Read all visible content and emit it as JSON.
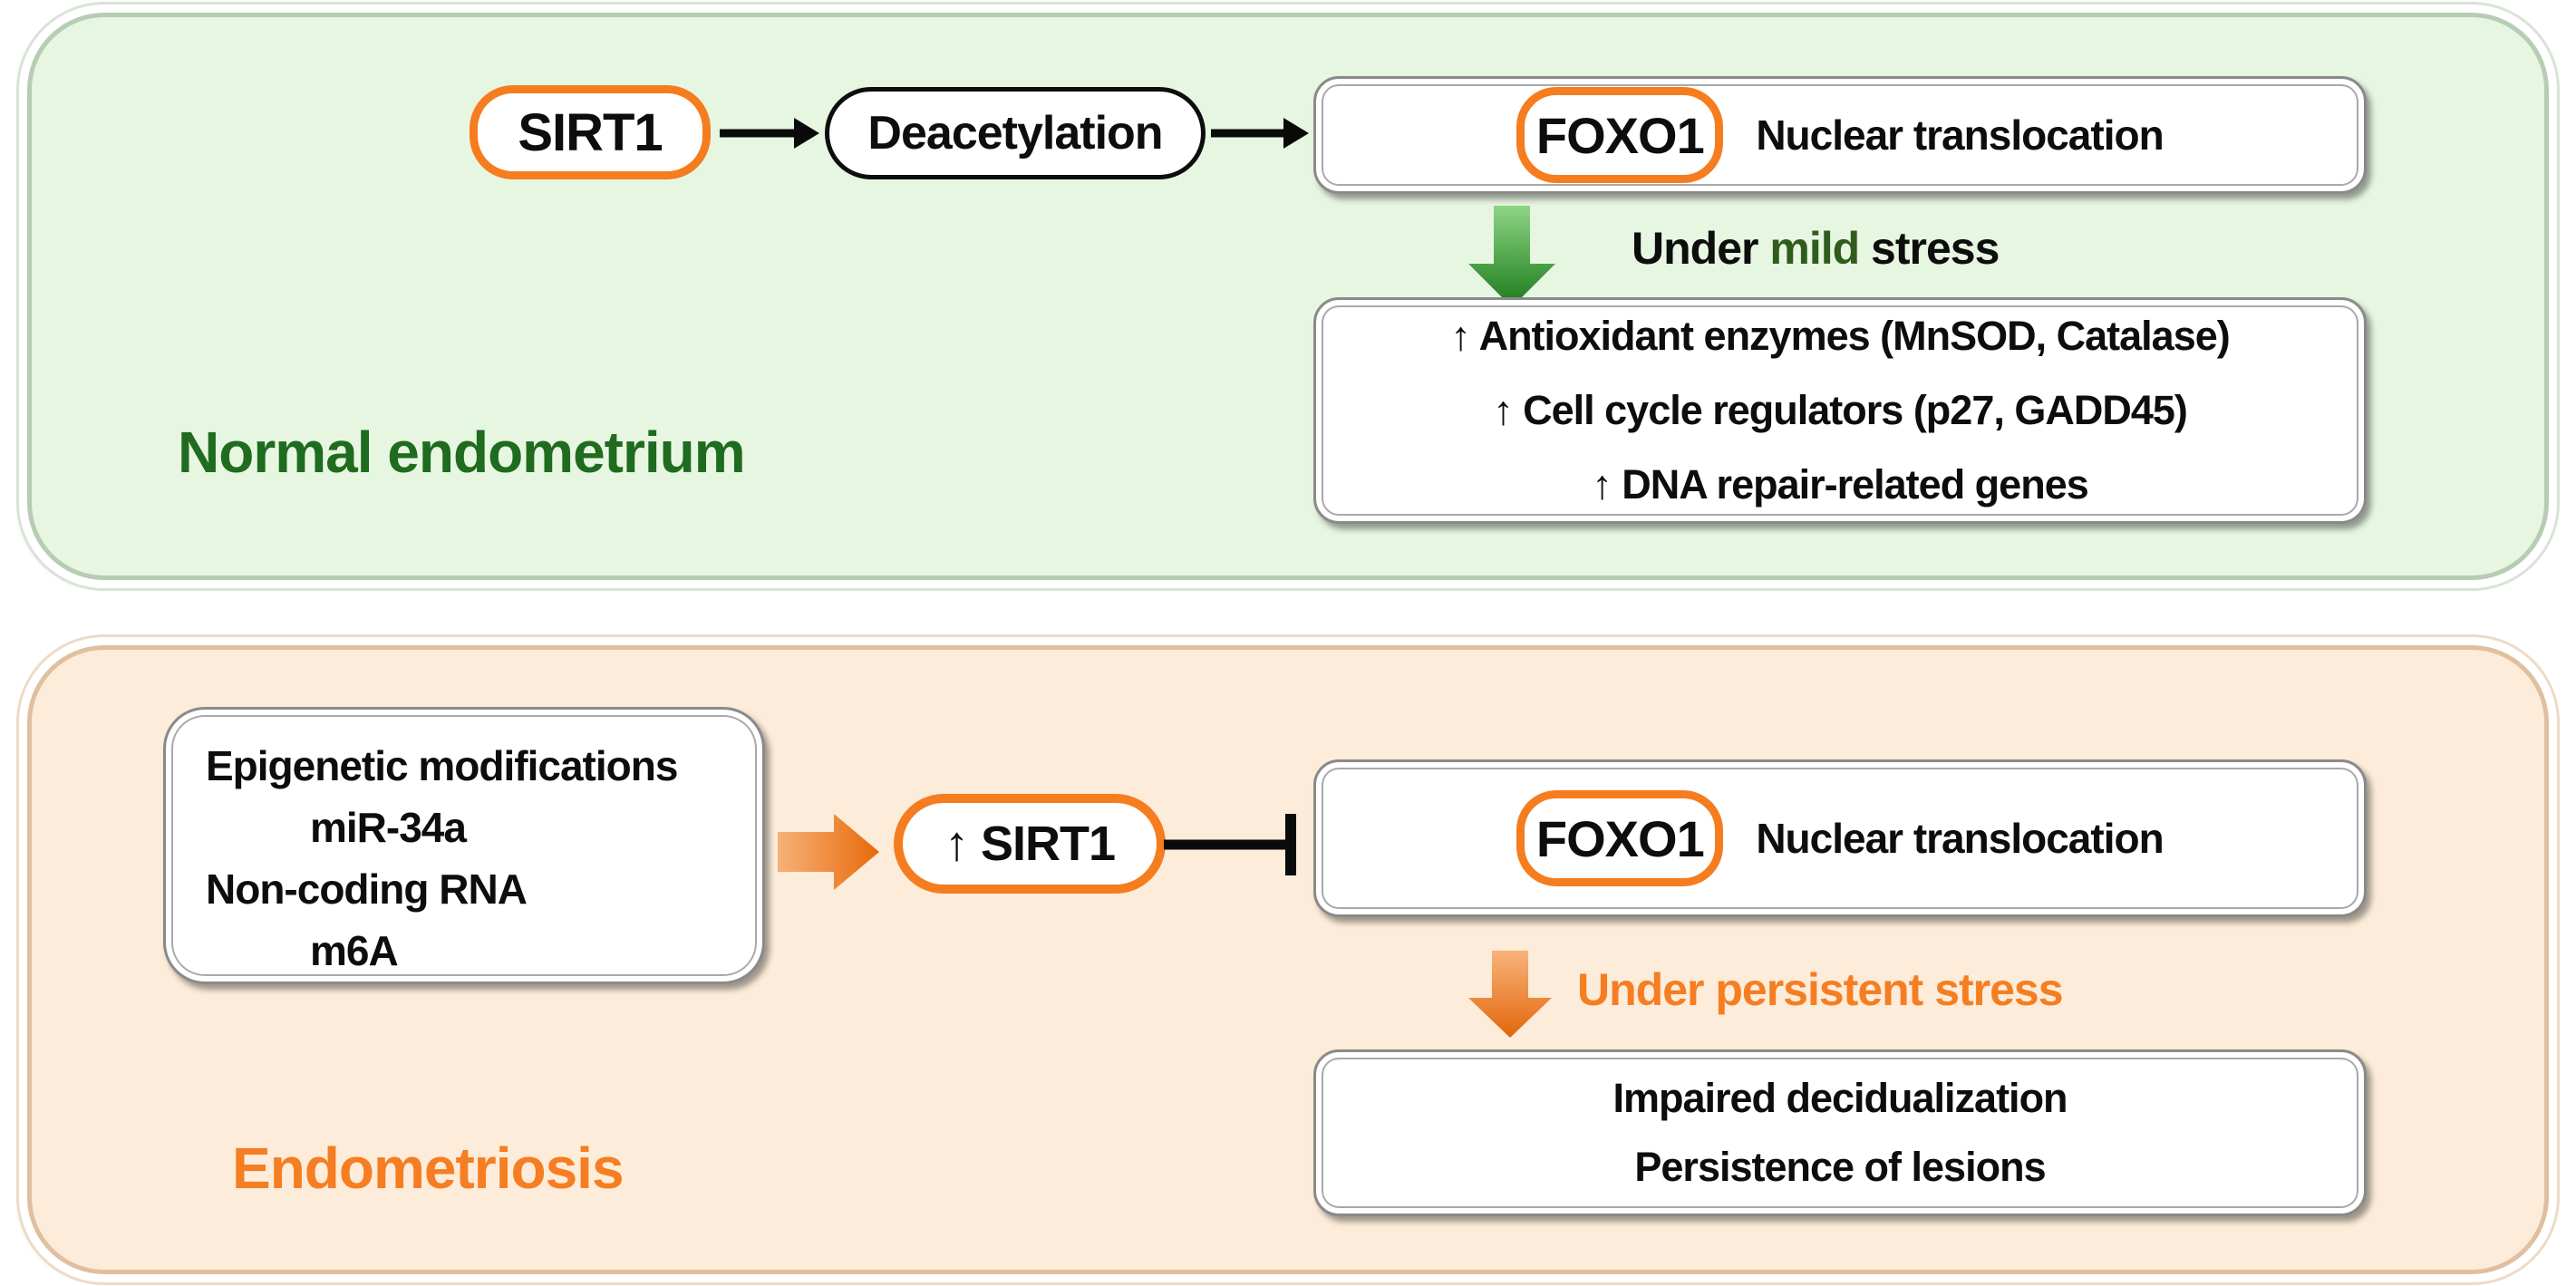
{
  "figure": {
    "type": "pathway-diagram",
    "topic": "SIRT1-FOXO1 signaling in normal endometrium versus endometriosis"
  },
  "panels": {
    "normal": {
      "label": "Normal endometrium",
      "sirt1": "SIRT1",
      "deacetylation": "Deacetylation",
      "foxo1": "FOXO1",
      "nuclear_translocation": "Nuclear translocation",
      "stress": {
        "prefix": "Under ",
        "highlight": "mild",
        "suffix": " stress"
      },
      "outcomes": [
        "↑ Antioxidant enzymes (MnSOD, Catalase)",
        "↑ Cell cycle regulators (p27, GADD45)",
        "↑ DNA repair-related genes"
      ]
    },
    "endometriosis": {
      "label": "Endometriosis",
      "causes": [
        "Epigenetic modifications",
        "miR-34a",
        "Non-coding RNA",
        "m6A"
      ],
      "sirt1_up": "↑ SIRT1",
      "foxo1": "FOXO1",
      "nuclear_translocation": "Nuclear translocation",
      "stress_label": "Under persistent stress",
      "outcomes": [
        "Impaired decidualization",
        "Persistence of lesions"
      ]
    }
  },
  "colors": {
    "normal_panel_bg": "#e7f6e1",
    "normal_panel_border": "#b6cdb3",
    "normal_label_text": "#1f6b1f",
    "mild_highlight_text": "#2f5c1d",
    "endometriosis_panel_bg": "#fcecd9",
    "endometriosis_panel_border": "#e0bf9f",
    "orange_accent": "#f57e22",
    "pill_border_orange": "#f57d1f",
    "green_arrow_gradient_top": "#8ed584",
    "green_arrow_gradient_bottom": "#1c7a1c",
    "orange_arrow_gradient_light": "#f8b37b",
    "orange_arrow_gradient_dark": "#e2660a"
  }
}
